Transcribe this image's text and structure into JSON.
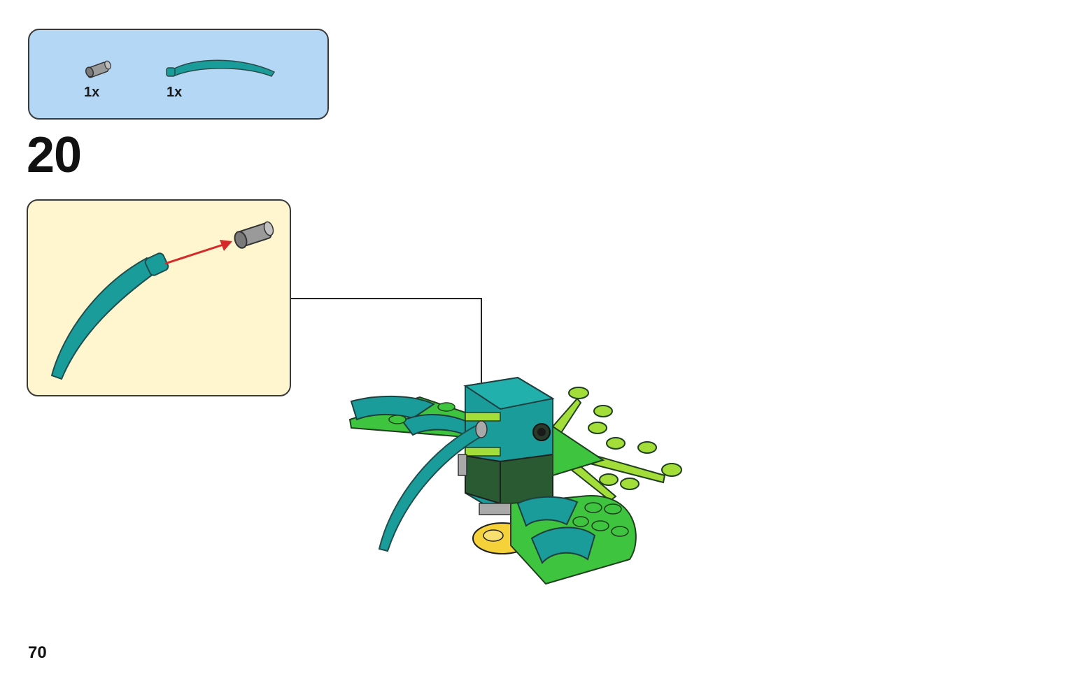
{
  "parts_list": {
    "items": [
      {
        "icon": "pin-connector-icon",
        "quantity": "1x"
      },
      {
        "icon": "curved-horn-icon",
        "quantity": "1x"
      }
    ]
  },
  "step": {
    "number": "20"
  },
  "page": {
    "number": "70"
  },
  "colors": {
    "parts_box": "#b3d7f4",
    "callout_box": "#fff6d0",
    "teal": "#1a9c9a",
    "bright_green": "#3ec43e",
    "lime": "#a3dd3a",
    "dark_green": "#2a5a32",
    "yellow": "#f5d23a",
    "grey": "#a9a9a9",
    "arrow_red": "#d42a2a"
  }
}
